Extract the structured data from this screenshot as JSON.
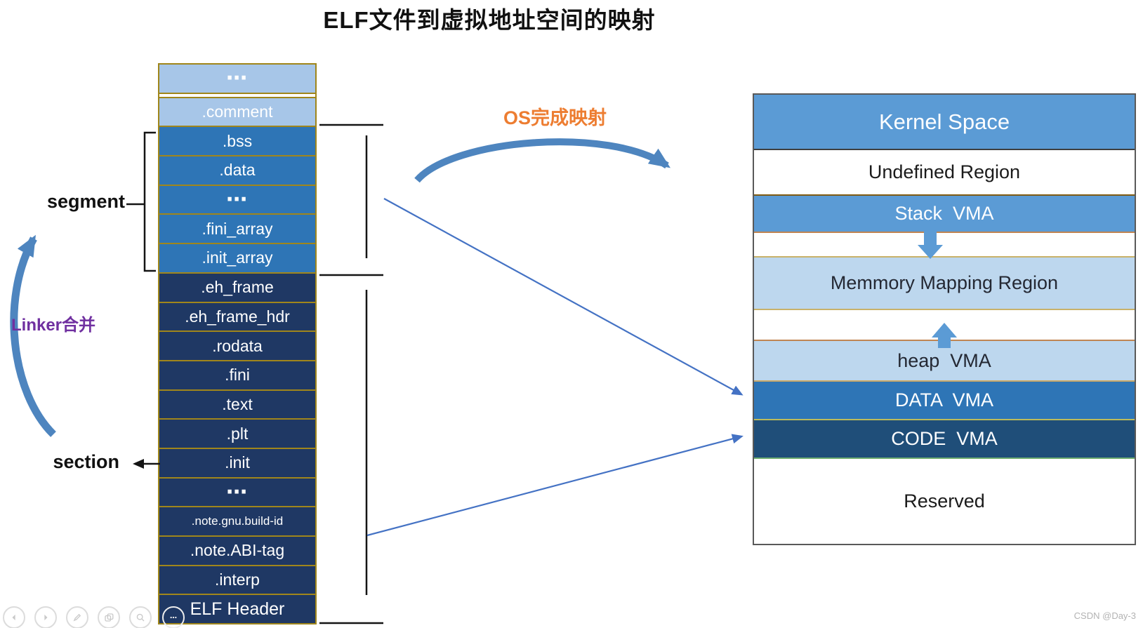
{
  "title": "ELF文件到虚拟地址空间的映射",
  "annotations": {
    "segment_label": "segment",
    "section_label": "section",
    "linker_merge_label": "Linker合并",
    "os_mapping_label": "OS完成映射"
  },
  "colors": {
    "light_blue": "#A7C6E8",
    "medium_blue": "#2E75B6",
    "navy": "#1F3864",
    "gold_border": "#A0861B",
    "vma_blue": "#5B9BD5",
    "vma_light_blue": "#BDD7EE",
    "vma_data_blue": "#2E75B6",
    "vma_code_navy": "#1F4E79",
    "thick_arrow_blue": "#4E85BF",
    "thin_arrow_blue": "#4472C4",
    "os_label_orange": "#ED7D31",
    "linker_purple": "#7030A0"
  },
  "elf_stack": {
    "rows": [
      {
        "label": "⋯",
        "tone": "light",
        "gap_after": true
      },
      {
        "label": ".comment",
        "tone": "light"
      },
      {
        "label": ".bss",
        "tone": "medium"
      },
      {
        "label": ".data",
        "tone": "medium"
      },
      {
        "label": "⋯",
        "tone": "medium"
      },
      {
        "label": ".fini_array",
        "tone": "medium"
      },
      {
        "label": ".init_array",
        "tone": "medium"
      },
      {
        "label": ".eh_frame",
        "tone": "dark"
      },
      {
        "label": ".eh_frame_hdr",
        "tone": "dark"
      },
      {
        "label": ".rodata",
        "tone": "dark"
      },
      {
        "label": ".fini",
        "tone": "dark"
      },
      {
        "label": ".text",
        "tone": "dark"
      },
      {
        "label": ".plt",
        "tone": "dark"
      },
      {
        "label": ".init",
        "tone": "dark"
      },
      {
        "label": "⋯",
        "tone": "dark"
      },
      {
        "label": ".note.gnu.build-id",
        "tone": "dark",
        "small": true
      },
      {
        "label": ".note.ABI-tag",
        "tone": "dark"
      },
      {
        "label": ".interp",
        "tone": "dark"
      },
      {
        "label": "ELF Header",
        "tone": "dark",
        "large": true
      }
    ]
  },
  "vma_stack": {
    "regions": [
      {
        "label": "Kernel Space",
        "bg": "#5B9BD5",
        "fg": "#FDFEFF",
        "h": 77,
        "fs": 31
      },
      {
        "label": "Undefined Region",
        "bg": "#FFFFFF",
        "fg": "#1B1B1B",
        "h": 65,
        "fs": 27,
        "bt": "#3F3F3F"
      },
      {
        "label": "Stack  VMA",
        "bg": "#5B9BD5",
        "fg": "#FDFEFF",
        "h": 53,
        "fs": 27,
        "bt": "#7F5A12"
      },
      {
        "label": "",
        "bg": "#FFFFFF",
        "h": 35,
        "bt": "#C08552"
      },
      {
        "label": "Memmory Mapping Region",
        "bg": "#BDD7EE",
        "fg": "#242833",
        "h": 75,
        "fs": 27,
        "bt": "#C9B26A"
      },
      {
        "label": "",
        "bg": "#FFFFFF",
        "h": 44,
        "bt": "#C9B26A"
      },
      {
        "label": "heap  VMA",
        "bg": "#BDD7EE",
        "fg": "#242833",
        "h": 58,
        "fs": 27,
        "bt": "#C08552"
      },
      {
        "label": "DATA  VMA",
        "bg": "#2E75B6",
        "fg": "#FDFEFF",
        "h": 55,
        "fs": 27,
        "bt": "#C9A96A"
      },
      {
        "label": "CODE  VMA",
        "bg": "#1F4E79",
        "fg": "#FDFEFF",
        "h": 55,
        "fs": 27,
        "bt": "#BDBB5A"
      },
      {
        "label": "Reserved",
        "bg": "#FFFFFF",
        "fg": "#1B1B1B",
        "h": 123,
        "fs": 27,
        "bt": "#6FAE6F"
      }
    ]
  },
  "viewer_toolbar": {
    "buttons": [
      "previous",
      "next",
      "edit",
      "frames",
      "zoom",
      "more"
    ]
  },
  "watermark": "CSDN @Day-3"
}
